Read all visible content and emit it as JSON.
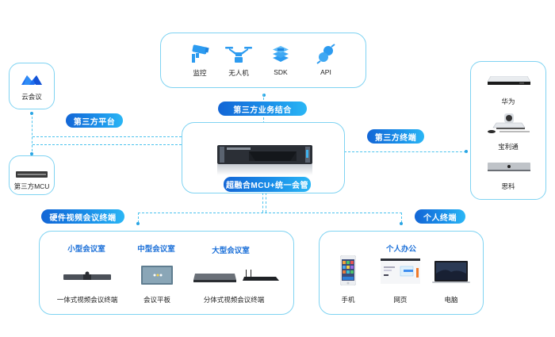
{
  "colors": {
    "accent": "#1a8ee8",
    "border": "#7fd3f2",
    "connector": "#4cc3ee",
    "heading": "#1a6fd8"
  },
  "top_box": {
    "items": [
      {
        "icon": "surveillance-camera-icon",
        "label": "监控"
      },
      {
        "icon": "drone-icon",
        "label": "无人机"
      },
      {
        "icon": "sdk-layers-icon",
        "label": "SDK"
      },
      {
        "icon": "api-plug-icon",
        "label": "API"
      }
    ]
  },
  "cloud_meeting": {
    "icon": "cloud-meeting-logo-icon",
    "label": "云会议"
  },
  "third_party_mcu": {
    "icon": "mcu-server-icon",
    "label": "第三方MCU"
  },
  "pills": {
    "third_party_business": "第三方业务结合",
    "third_party_platform": "第三方平台",
    "third_party_terminal": "第三方终端",
    "hardware_terminal": "硬件视频会议终端",
    "personal_terminal": "个人终端",
    "center": "超融合MCU+统一会管"
  },
  "right_terminals": {
    "items": [
      {
        "icon": "huawei-terminal-icon",
        "label": "华为"
      },
      {
        "icon": "polycom-camera-icon",
        "label": "宝利通"
      },
      {
        "icon": "cisco-terminal-icon",
        "label": "思科"
      }
    ]
  },
  "hardware_box": {
    "sections": [
      {
        "title": "小型会议室",
        "label": "一体式视频会议终端",
        "icon": "videobar-icon"
      },
      {
        "title": "中型会议室",
        "label": "会议平板",
        "icon": "meeting-tablet-icon"
      },
      {
        "title": "大型会议室",
        "label": "分体式视频会议终端",
        "icon": "split-terminal-icon"
      }
    ]
  },
  "personal_box": {
    "title": "个人办公",
    "items": [
      {
        "icon": "phone-icon",
        "label": "手机"
      },
      {
        "icon": "webpage-icon",
        "label": "网页"
      },
      {
        "icon": "laptop-icon",
        "label": "电脑"
      }
    ]
  }
}
